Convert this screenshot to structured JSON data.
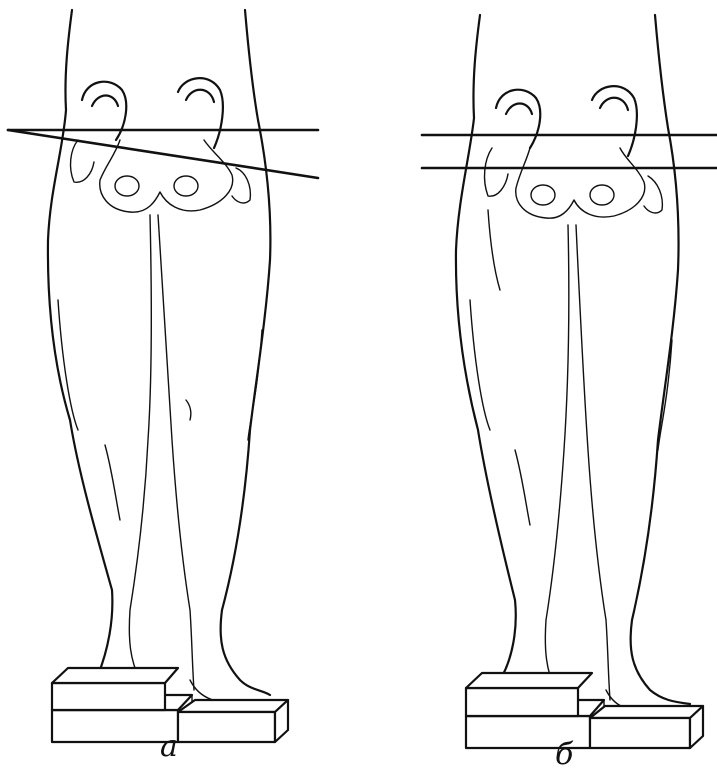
{
  "figure": {
    "panels": [
      {
        "label": "a",
        "pelvis_level": "tilted"
      },
      {
        "label": "б",
        "pelvis_level": "level"
      }
    ],
    "ink_color": "#111111",
    "background_color": "#ffffff"
  }
}
